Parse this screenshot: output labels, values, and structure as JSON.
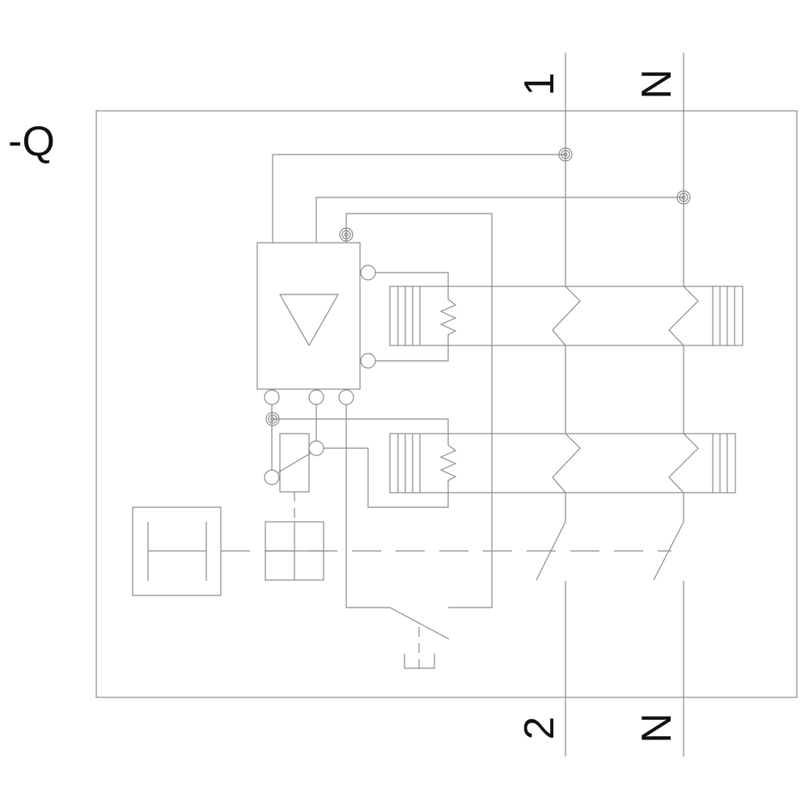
{
  "diagram": {
    "designation": "-Q",
    "terminals_top": [
      "1",
      "N"
    ],
    "terminals_bottom": [
      "2",
      "N"
    ],
    "line_color": "#8a8a8a",
    "text_color": "#111111"
  }
}
